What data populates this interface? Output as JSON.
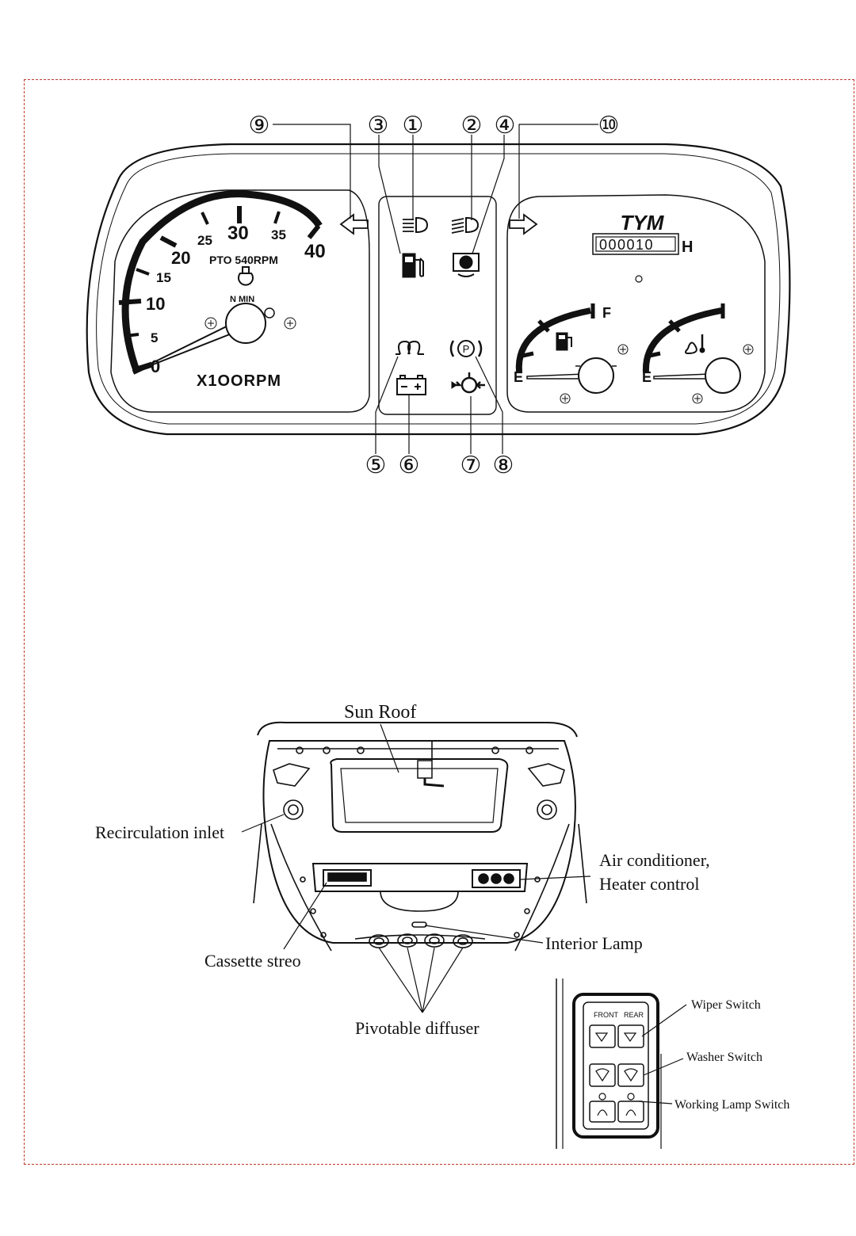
{
  "cluster": {
    "callouts": [
      "①",
      "②",
      "③",
      "④",
      "⑤",
      "⑥",
      "⑦",
      "⑧",
      "⑨",
      "⑩"
    ],
    "tach": {
      "ticks": [
        "5",
        "10",
        "15",
        "20",
        "25",
        "30",
        "35",
        "40"
      ],
      "zero": "0",
      "pto": "PTO 540RPM",
      "nmin": "N MIN",
      "unit": "X1OORPM"
    },
    "brand": "TYM",
    "hourmeter": {
      "digits": "000010",
      "unit": "H"
    },
    "fuel_gauge": {
      "e": "E",
      "f": "F"
    },
    "temp_gauge": {
      "e": "E"
    }
  },
  "cab": {
    "labels": {
      "sunroof": "Sun Roof",
      "recirc": "Recirculation inlet",
      "ac_1": "Air conditioner,",
      "ac_2": "Heater control",
      "cassette": "Cassette streo",
      "lamp": "Interior Lamp",
      "diffuser": "Pivotable diffuser"
    }
  },
  "switch_panel": {
    "front": "FRONT",
    "rear": "REAR",
    "labels": {
      "wiper": "Wiper Switch",
      "washer": "Washer Switch",
      "working": "Working Lamp Switch"
    }
  }
}
